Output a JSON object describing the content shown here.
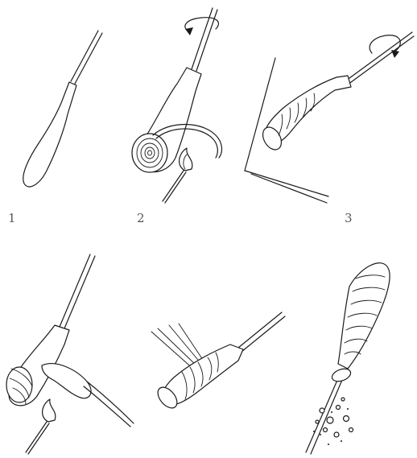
{
  "steps": [
    {
      "label": "1"
    },
    {
      "label": "2"
    },
    {
      "label": "3"
    },
    {
      "label": ""
    },
    {
      "label": ""
    },
    {
      "label": ""
    }
  ],
  "icons": [
    "rod-with-handle-icon",
    "rotation-arrow-icon",
    "match-flame-icon",
    "wrapped-thread-icon",
    "dripping-glaze-icon"
  ]
}
